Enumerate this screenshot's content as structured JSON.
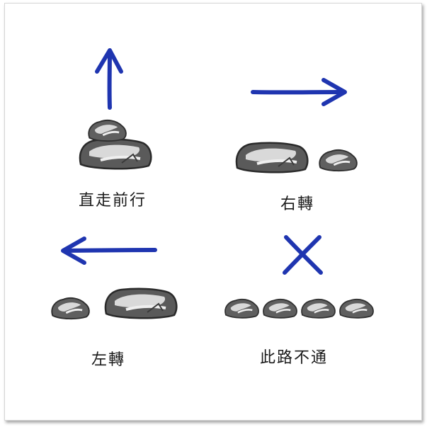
{
  "colors": {
    "arrow": "#1f35b0",
    "stone": "#6a6a6a",
    "stone_dark": "#2e2e2e",
    "stone_light": "#d9d9d9"
  },
  "panels": [
    {
      "id": "straight",
      "label": "直走前行",
      "icon": "arrow-up-icon"
    },
    {
      "id": "right",
      "label": "右轉",
      "icon": "arrow-right-icon"
    },
    {
      "id": "left",
      "label": "左轉",
      "icon": "arrow-left-icon"
    },
    {
      "id": "blocked",
      "label": "此路不通",
      "icon": "cross-icon"
    }
  ]
}
